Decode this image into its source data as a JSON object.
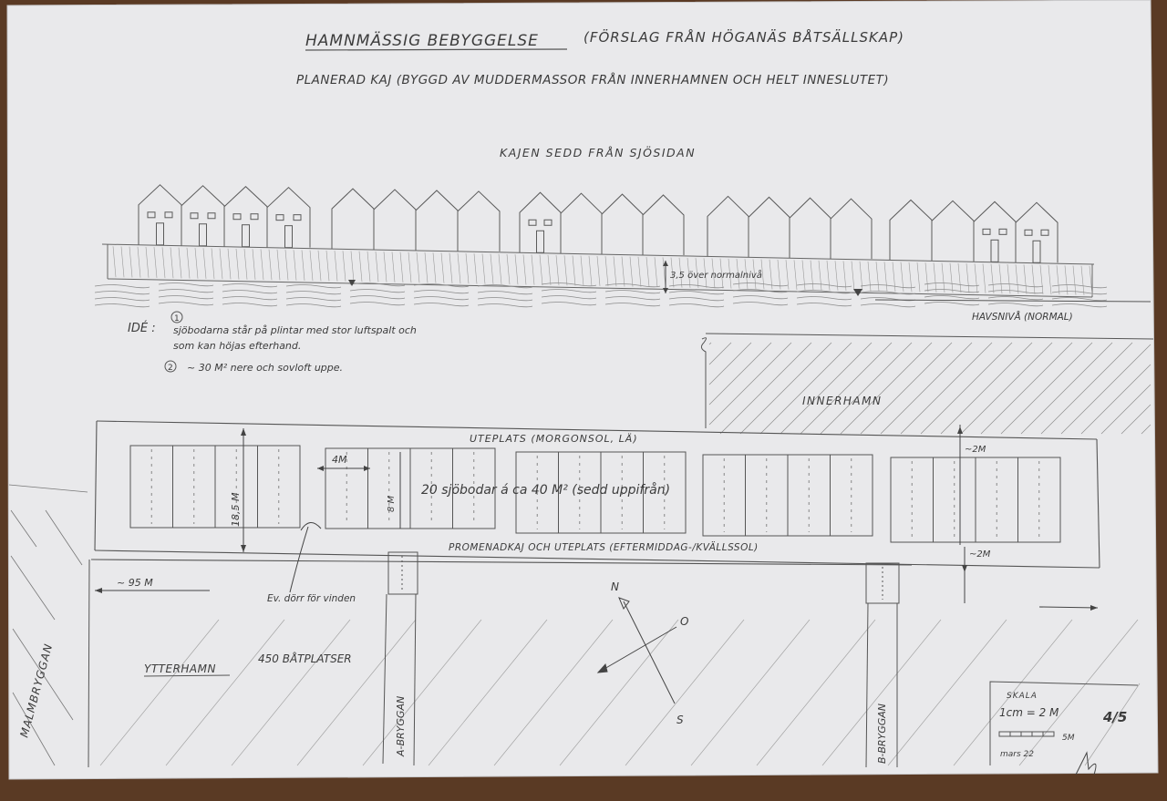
{
  "colors": {
    "paper": "#e9e9eb",
    "pencil": "#555555",
    "wood": "#5a3a24"
  },
  "header": {
    "title": "HAMNMÄSSIG BEBYGGELSE",
    "title_note": "(FÖRSLAG FRÅN HÖGANÄS BÅTSÄLLSKAP)",
    "subtitle": "PLANERAD KAJ (BYGGD AV MUDDERMASSOR FRÅN INNERHAMNEN OCH HELT INNESLUTET)"
  },
  "elevation": {
    "caption": "KAJEN SEDD FRÅN SJÖSIDAN",
    "height_note": "3,5 över normalnivå",
    "sea_level_label": "HAVSNIVÅ (NORMAL)"
  },
  "idea": {
    "label": "IDÉ :",
    "point1_num": "1",
    "point1_line1": "sjöbodarna står på plintar med stor luftspalt och",
    "point1_line2": "som kan höjas efterhand.",
    "point2_num": "2",
    "point2_text": "~ 30 M² nere och sovloft uppe."
  },
  "plan": {
    "inner_harbor": "INNERHAMN",
    "top_area": "UTEPLATS (MORGONSOL, LÄ)",
    "sheds_label": "20 sjöbodar á ca 40 M² (sedd uppifrån)",
    "bottom_area": "PROMENADKAJ OCH UTEPLATS (EFTERMIDDAG-/KVÄLLSSOL)",
    "dim_width": "4M",
    "dim_depth": "8 M",
    "dim_total_depth": "18,5 M",
    "dim_top_margin": "~2M",
    "dim_bottom_margin": "~2M",
    "dim_length": "~ 95 M",
    "wind_door_note": "Ev. dörr för vinden",
    "outer_harbor": "YTTERHAMN",
    "berths": "450 BÅTPLATSER",
    "pier_a": "A-BRYGGAN",
    "pier_b": "B-BRYGGAN",
    "pier_malm": "MALMBRYGGAN"
  },
  "compass": {
    "n": "N",
    "o": "O",
    "s": "S"
  },
  "scale_box": {
    "title": "SKALA",
    "ratio": "1cm = 2 M",
    "bar_label": "5M",
    "date": "mars 22",
    "page": "4/5"
  }
}
